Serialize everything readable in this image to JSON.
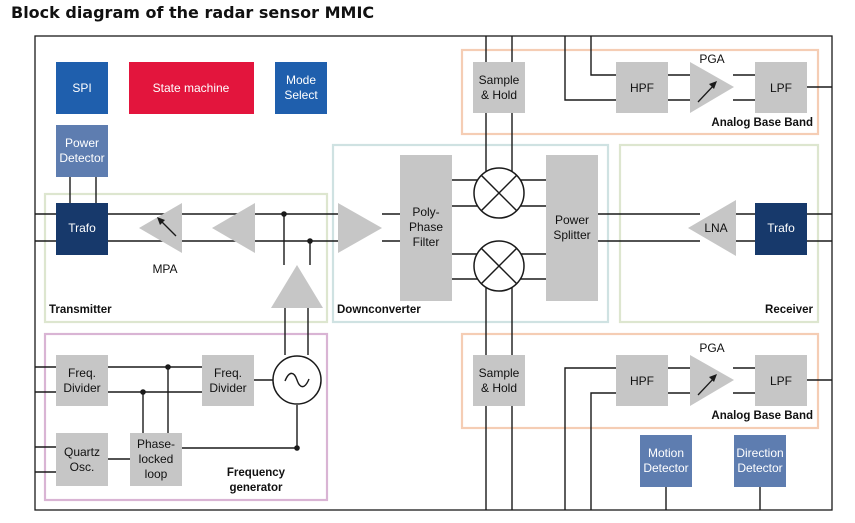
{
  "title": "Block diagram of the radar sensor MMIC",
  "blocks": {
    "spi": "SPI",
    "state_machine": "State machine",
    "mode_select": [
      "Mode",
      "Select"
    ],
    "power_detector": [
      "Power",
      "Detector"
    ],
    "trafo_tx": "Trafo",
    "trafo_rx": "Trafo",
    "mpa": "MPA",
    "polyphase": [
      "Poly-",
      "Phase",
      "Filter"
    ],
    "power_splitter": [
      "Power",
      "Splitter"
    ],
    "lna": "LNA",
    "sample_hold_top": [
      "Sample",
      "& Hold"
    ],
    "sample_hold_bottom": [
      "Sample",
      "& Hold"
    ],
    "hpf_top": "HPF",
    "hpf_bottom": "HPF",
    "pga_top": "PGA",
    "pga_bottom": "PGA",
    "lpf_top": "LPF",
    "lpf_bottom": "LPF",
    "freq_divider_1": [
      "Freq.",
      "Divider"
    ],
    "freq_divider_2": [
      "Freq.",
      "Divider"
    ],
    "quartz_osc": [
      "Quartz",
      "Osc."
    ],
    "pll": [
      "Phase-",
      "locked",
      "loop"
    ],
    "motion_detector": [
      "Motion",
      "Detector"
    ],
    "direction_detector": [
      "Direction",
      "Detector"
    ]
  },
  "regions": {
    "transmitter": "Transmitter",
    "downconverter": "Downconverter",
    "receiver": "Receiver",
    "abb_top": "Analog Base Band",
    "abb_bottom": "Analog Base Band",
    "freq_gen": [
      "Frequency",
      "generator"
    ]
  },
  "colors": {
    "blue": "#1f5fad",
    "dark_blue": "#17396b",
    "slate": "#5e7db0",
    "red": "#e3153d",
    "gray": "#c6c6c6",
    "green_frame": "#dde6cf",
    "teal_frame": "#cfe2e2",
    "peach_frame": "#f5cdb4",
    "pink_frame": "#d9b4d4"
  }
}
